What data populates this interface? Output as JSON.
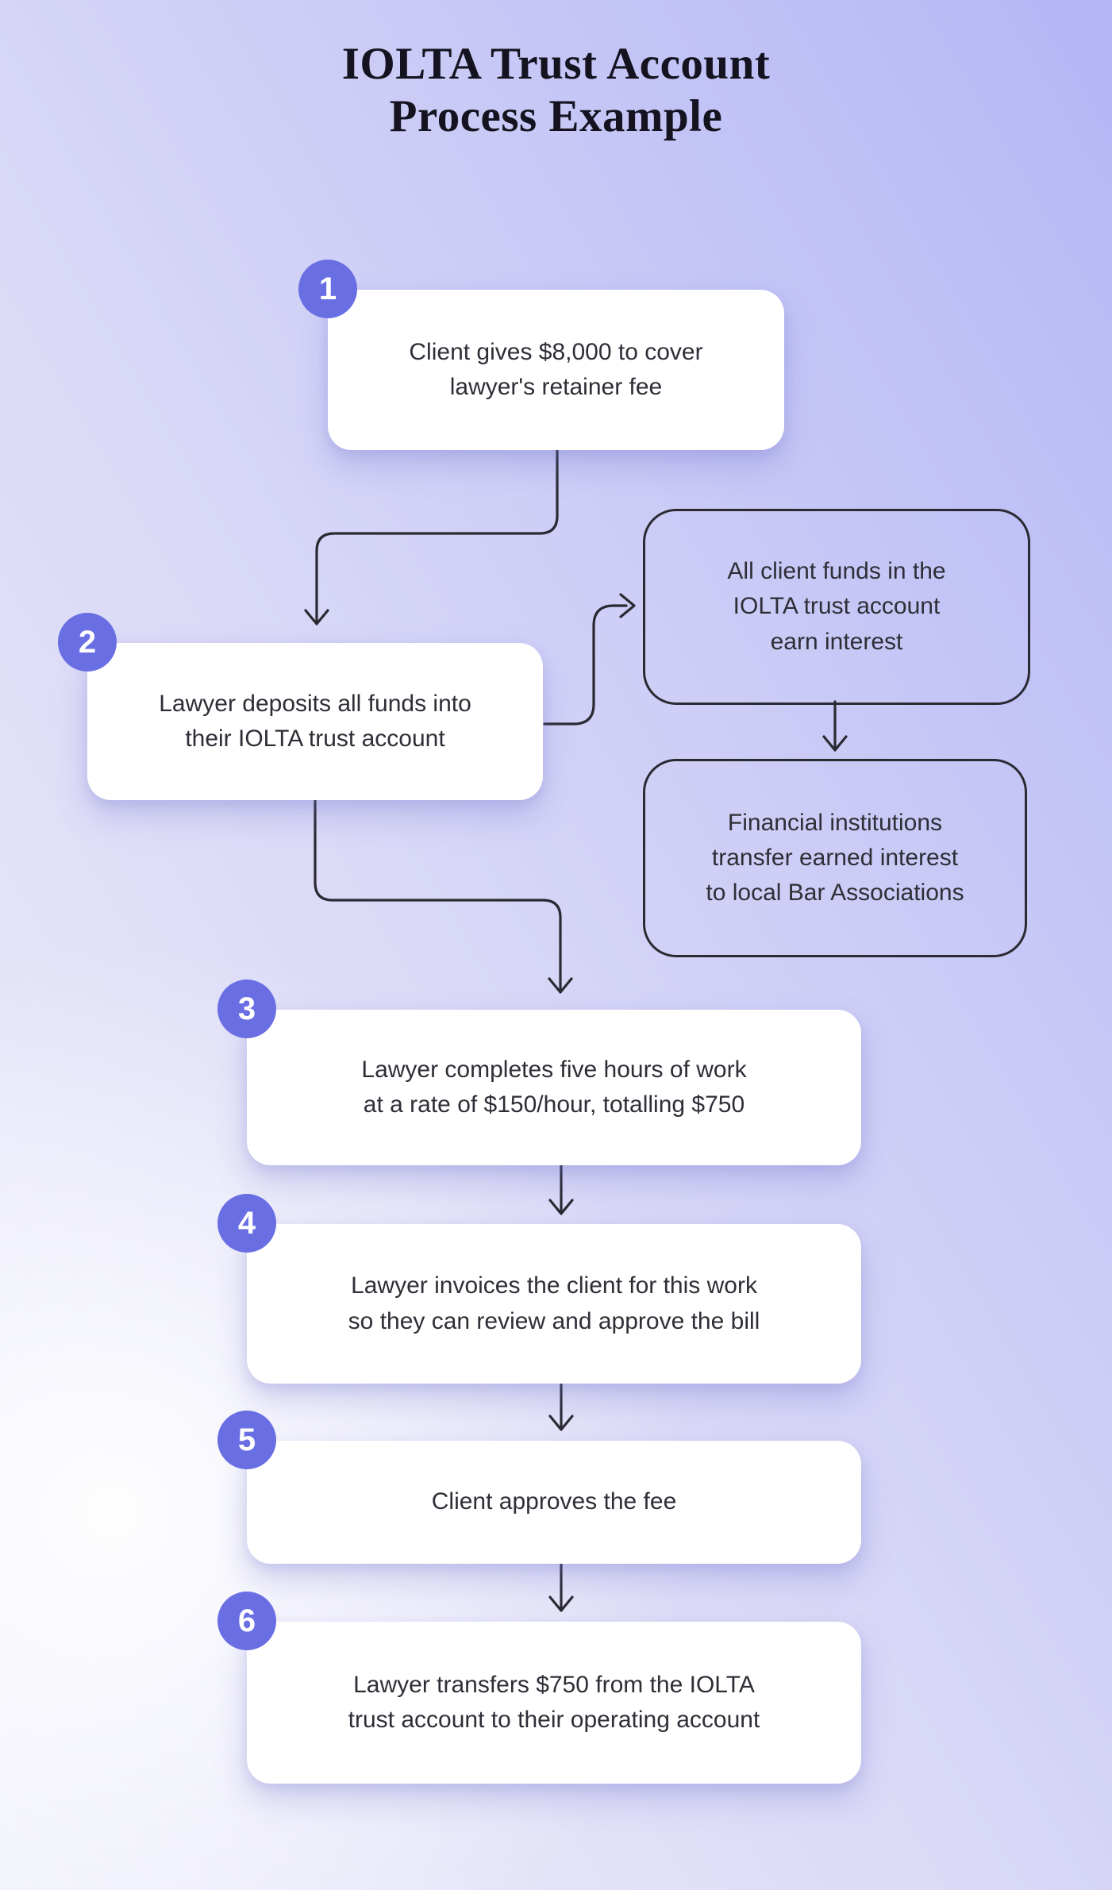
{
  "title": {
    "text": "IOLTA Trust Account\nProcess Example"
  },
  "steps": [
    {
      "number": "1",
      "text": "Client gives $8,000 to cover\nlawyer's retainer fee"
    },
    {
      "number": "2",
      "text": "Lawyer deposits all funds into\ntheir IOLTA trust account"
    },
    {
      "number": "3",
      "text": "Lawyer completes five hours of work\nat a rate of $150/hour, totalling $750"
    },
    {
      "number": "4",
      "text": "Lawyer invoices the client for this work\nso they can review and approve the bill"
    },
    {
      "number": "5",
      "text": "Client approves the fee"
    },
    {
      "number": "6",
      "text": "Lawyer transfers $750 from the IOLTA\ntrust account to their operating account"
    }
  ],
  "side_notes": [
    {
      "text": "All client funds in the\nIOLTA trust account\nearn interest"
    },
    {
      "text": "Financial institutions\ntransfer earned interest\nto local Bar Associations"
    }
  ],
  "colors": {
    "badge": "#6a6ee3",
    "connector_line": "#2b2a33",
    "card_background": "#ffffff",
    "card_text": "#2f2e37",
    "title_text": "#14131f",
    "background_top_right": "#b4b6f5",
    "background_bottom_left": "#f4f4fc",
    "note_border": "#2b2a33"
  }
}
